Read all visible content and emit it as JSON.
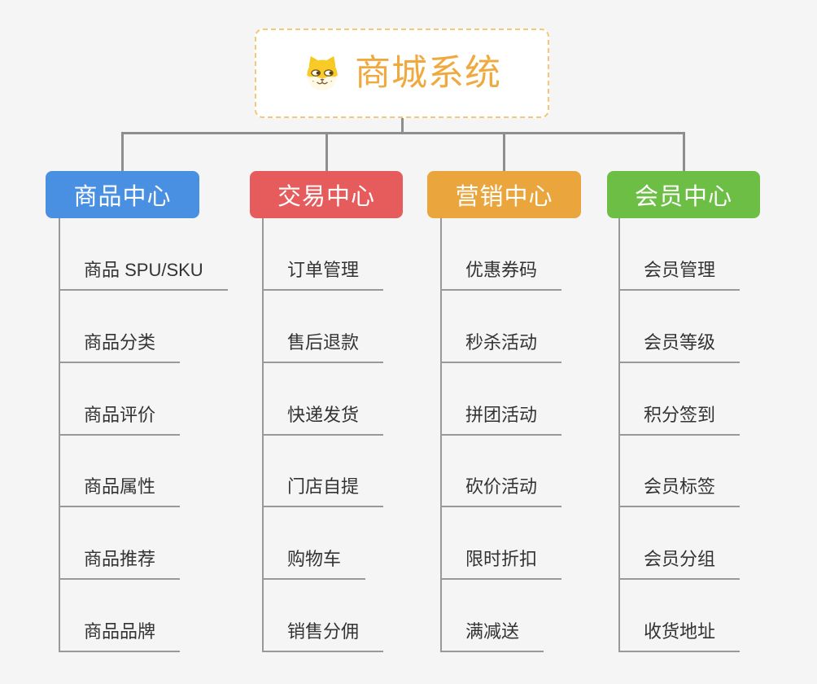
{
  "root": {
    "title": "商城系统",
    "icon": "shiba-dog-icon"
  },
  "branches": [
    {
      "label": "商品中心",
      "color": "#4A90E2",
      "children": [
        "商品 SPU/SKU",
        "商品分类",
        "商品评价",
        "商品属性",
        "商品推荐",
        "商品品牌"
      ]
    },
    {
      "label": "交易中心",
      "color": "#E65B5B",
      "children": [
        "订单管理",
        "售后退款",
        "快递发货",
        "门店自提",
        "购物车",
        "销售分佣"
      ]
    },
    {
      "label": "营销中心",
      "color": "#EAA63C",
      "children": [
        "优惠券码",
        "秒杀活动",
        "拼团活动",
        "砍价活动",
        "限时折扣",
        "满减送"
      ]
    },
    {
      "label": "会员中心",
      "color": "#6CBE45",
      "children": [
        "会员管理",
        "会员等级",
        "积分签到",
        "会员标签",
        "会员分组",
        "收货地址"
      ]
    }
  ],
  "colors": {
    "background": "#F5F5F6",
    "root_text": "#F0A93F",
    "root_border": "#F3C877",
    "connector": "#8E8E8E",
    "child_line": "#999999",
    "child_text": "#333333"
  }
}
